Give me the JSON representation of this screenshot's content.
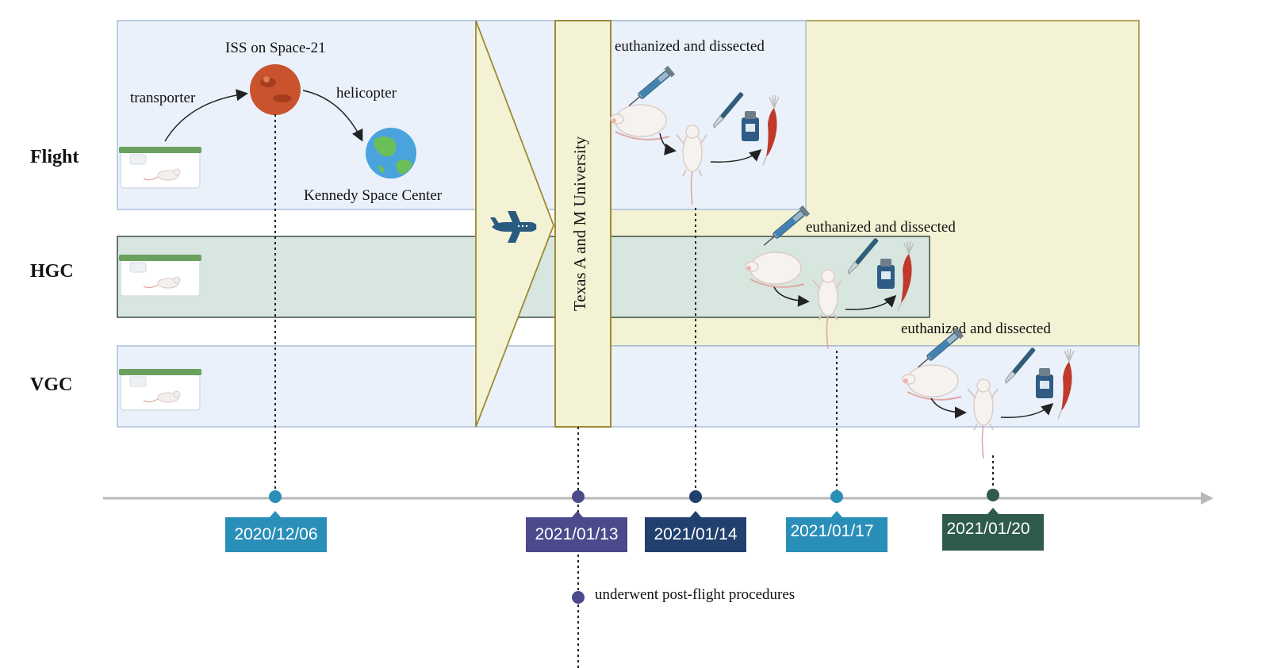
{
  "groups": {
    "flight": "Flight",
    "hgc": "HGC",
    "vgc": "VGC"
  },
  "flight_panel": {
    "transporter": "transporter",
    "iss": "ISS on Space-21",
    "helicopter": "helicopter",
    "ksc": "Kennedy Space Center"
  },
  "facility": "Texas A and M University",
  "procedure_label": "euthanized and dissected",
  "post_flight": "underwent post-flight procedures",
  "timeline": [
    {
      "date": "2020/12/06",
      "color": "#2a8fb8"
    },
    {
      "date": "2021/01/13",
      "color": "#4b4a8c"
    },
    {
      "date": "2021/01/14",
      "color": "#21406e"
    },
    {
      "date": "2021/01/17",
      "color": "#2a8fb8"
    },
    {
      "date": "2021/01/20",
      "color": "#2e5b4a"
    }
  ],
  "colors": {
    "flight_bg": "#eaf1fb",
    "hgc_bg": "#d8e6e0",
    "vgc_bg": "#eaf1fb",
    "arrow_fill": "#f4f2d4",
    "arrow_stroke": "#9b8a33",
    "axis": "#b8b8b8"
  },
  "icons": [
    "mouse-cage-icon",
    "mars-planet-icon",
    "earth-globe-icon",
    "airplane-icon",
    "syringe-icon",
    "scalpel-icon",
    "liquid-nitrogen-tank-icon",
    "muscle-icon",
    "sleeping-mouse-icon",
    "standing-mouse-icon"
  ]
}
